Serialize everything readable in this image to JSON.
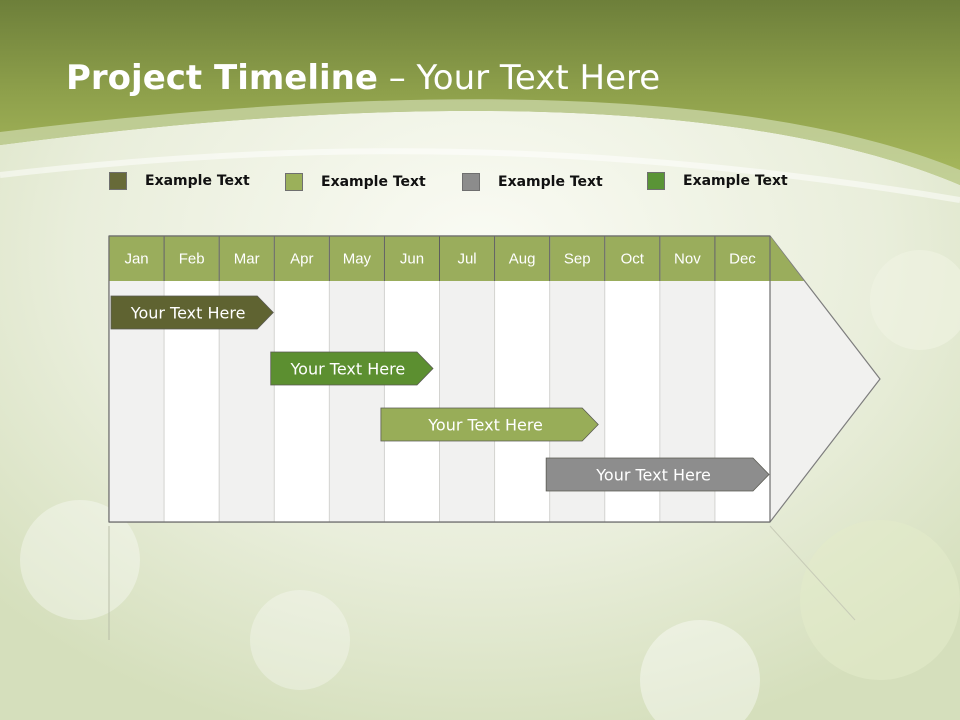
{
  "slide": {
    "title_bold": "Project Timeline",
    "title_rest": " – Your Text Here"
  },
  "legend": [
    {
      "label": "Example Text",
      "color": "#676a38"
    },
    {
      "label": "Example Text",
      "color": "#9bb05a"
    },
    {
      "label": "Example Text",
      "color": "#8c8c8c"
    },
    {
      "label": "Example Text",
      "color": "#5a9436"
    }
  ],
  "timeline": {
    "months": [
      "Jan",
      "Feb",
      "Mar",
      "Apr",
      "May",
      "Jun",
      "Jul",
      "Aug",
      "Sep",
      "Oct",
      "Nov",
      "Dec"
    ],
    "header_color": "#9aad5c",
    "tasks": [
      {
        "label": "Your  Text Here",
        "start_month": 1.0,
        "end_month": 4.0,
        "color": "#5f6331"
      },
      {
        "label": "Your  Text Here",
        "start_month": 3.9,
        "end_month": 6.9,
        "color": "#5c8f30"
      },
      {
        "label": "Your  Text Here",
        "start_month": 5.9,
        "end_month": 9.9,
        "color": "#98ad58"
      },
      {
        "label": "Your  Text Here",
        "start_month": 8.9,
        "end_month": 13.0,
        "color": "#8d8d8d"
      }
    ]
  }
}
